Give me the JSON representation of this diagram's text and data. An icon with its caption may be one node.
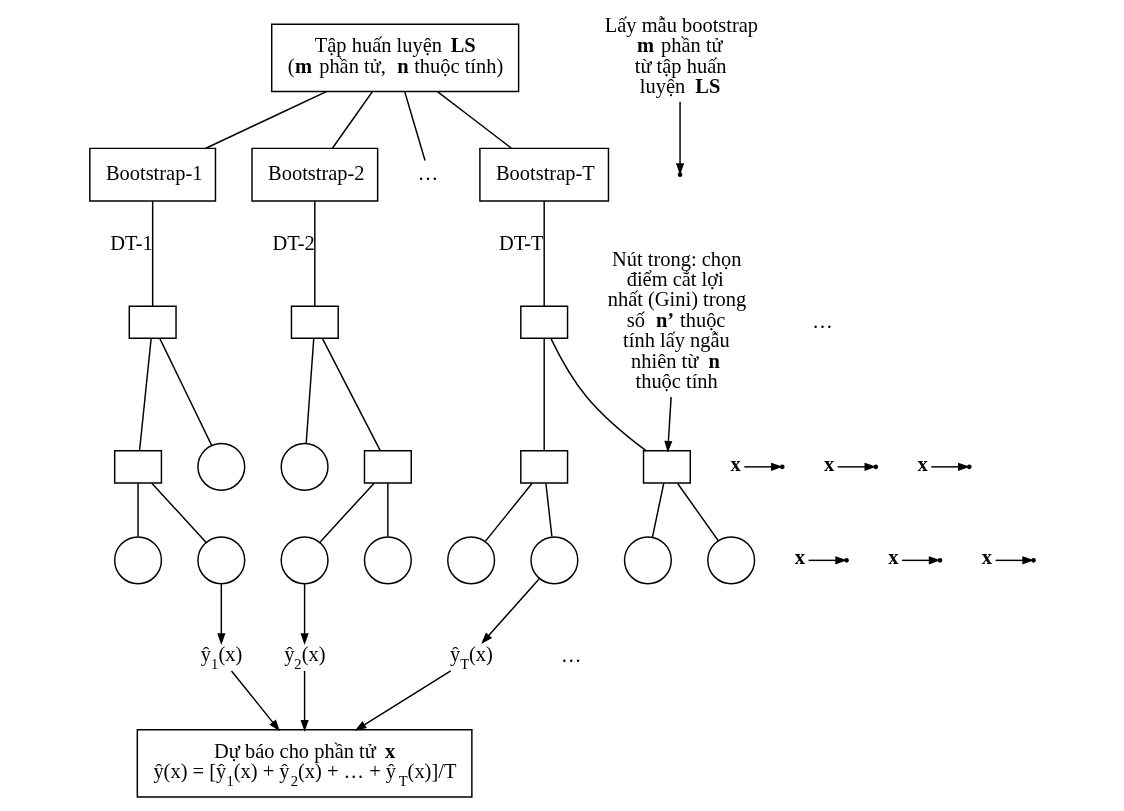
{
  "diagram": {
    "nodes": [
      {
        "text": [
          "Tập huấn luyện **LS**",
          "(**m** phần tử, **n** thuộc tính)"
        ]
      },
      {
        "text": [
          "Bootstrap-1"
        ]
      },
      {
        "text": [
          "Bootstrap-2"
        ]
      },
      {
        "text": [
          "…"
        ]
      },
      {
        "text": [
          "Bootstrap-T"
        ]
      },
      {
        "text": [],
        "shape": "box"
      },
      {
        "text": [],
        "shape": "box"
      },
      {
        "text": [],
        "shape": "circle"
      },
      {
        "text": [],
        "shape": "circle"
      },
      {
        "text": [],
        "shape": "circle"
      },
      {
        "text": [],
        "shape": "box"
      },
      {
        "text": [],
        "shape": "circle"
      },
      {
        "text": [],
        "shape": "box"
      },
      {
        "text": [],
        "shape": "circle"
      },
      {
        "text": [],
        "shape": "circle"
      },
      {
        "text": [],
        "shape": "box"
      },
      {
        "text": [],
        "shape": "box"
      },
      {
        "text": [],
        "shape": "box"
      },
      {
        "text": [],
        "shape": "circle"
      },
      {
        "text": [],
        "shape": "circle"
      },
      {
        "text": [],
        "shape": "circle"
      },
      {
        "text": [],
        "shape": "circle"
      },
      {
        "text": [
          "ŷ$_{1}$(x)"
        ]
      },
      {
        "text": [
          "ŷ$_{2}$(x)"
        ]
      },
      {
        "text": [
          "ŷ$_{T}$(x)"
        ]
      },
      {
        "text": [
          "Dự báo cho phần tử **x**",
          "ŷ(x) = [ŷ$_{1}$(x) + ŷ$_{2}$(x) + … + ŷ$_{T}$(x)]/T"
        ]
      },
      {
        "text": [
          "Lấy mẫu bootstrap **m** phần tử từ tập huấn luyện **LS**"
        ]
      },
      {
        "text": [
          "Nút trong: chọn điểm cắt lợi nhất (Gini) trong số **n’** thuộc tính lấy ngẫu nhiên từ **n** thuộc tính"
        ]
      },
      {
        "text": [
          "**x**"
        ]
      },
      {
        "text": [
          "**x**"
        ]
      },
      {
        "text": [
          "**x**"
        ]
      },
      {
        "text": [
          "**x**"
        ]
      },
      {
        "text": [
          "**x**"
        ]
      },
      {
        "text": [
          "**x**"
        ]
      }
    ],
    "edges": [
      {
        "from": 0,
        "to": 1,
        "arrow": "none"
      },
      {
        "from": 0,
        "to": 2,
        "arrow": "none"
      },
      {
        "from": 0,
        "to": 3,
        "arrow": "none"
      },
      {
        "from": 0,
        "to": 4,
        "arrow": "none"
      },
      {
        "from": 1,
        "to": 5,
        "arrow": "none",
        "label": "DT-1"
      },
      {
        "from": 2,
        "to": 10,
        "arrow": "none",
        "label": "DT-2"
      },
      {
        "from": 4,
        "to": 15,
        "arrow": "none",
        "label": "DT-T"
      },
      {
        "from": 5,
        "to": 6,
        "arrow": "none"
      },
      {
        "from": 5,
        "to": 7,
        "arrow": "none"
      },
      {
        "from": 6,
        "to": 8,
        "arrow": "none"
      },
      {
        "from": 6,
        "to": 9,
        "arrow": "none"
      },
      {
        "from": 10,
        "to": 11,
        "arrow": "none"
      },
      {
        "from": 10,
        "to": 12,
        "arrow": "none"
      },
      {
        "from": 12,
        "to": 13,
        "arrow": "none"
      },
      {
        "from": 12,
        "to": 14,
        "arrow": "none"
      },
      {
        "from": 15,
        "to": 16,
        "arrow": "none"
      },
      {
        "from": 15,
        "to": 17,
        "arrow": "none"
      },
      {
        "from": 16,
        "to": 18,
        "arrow": "none"
      },
      {
        "from": 16,
        "to": 19,
        "arrow": "none"
      },
      {
        "from": 17,
        "to": 20,
        "arrow": "none"
      },
      {
        "from": 17,
        "to": 21,
        "arrow": "none"
      },
      {
        "from": 9,
        "to": 22,
        "arrow": "to"
      },
      {
        "from": 13,
        "to": 23,
        "arrow": "to"
      },
      {
        "from": 19,
        "to": 24,
        "arrow": "to"
      },
      {
        "from": 22,
        "to": 25,
        "arrow": "to"
      },
      {
        "from": 23,
        "to": 25,
        "arrow": "to"
      },
      {
        "from": 24,
        "to": 25,
        "arrow": "to"
      },
      {
        "from": 26,
        "to": null,
        "arrow": "to"
      },
      {
        "from": 27,
        "to": 17,
        "arrow": "to"
      },
      {
        "from": 28,
        "to": null,
        "arrow": "to"
      },
      {
        "from": 29,
        "to": null,
        "arrow": "to"
      },
      {
        "from": 30,
        "to": null,
        "arrow": "to"
      },
      {
        "from": 31,
        "to": null,
        "arrow": "to"
      },
      {
        "from": 32,
        "to": null,
        "arrow": "to"
      },
      {
        "from": 33,
        "to": null,
        "arrow": "to"
      }
    ],
    "labels": [
      "…",
      "…"
    ]
  }
}
